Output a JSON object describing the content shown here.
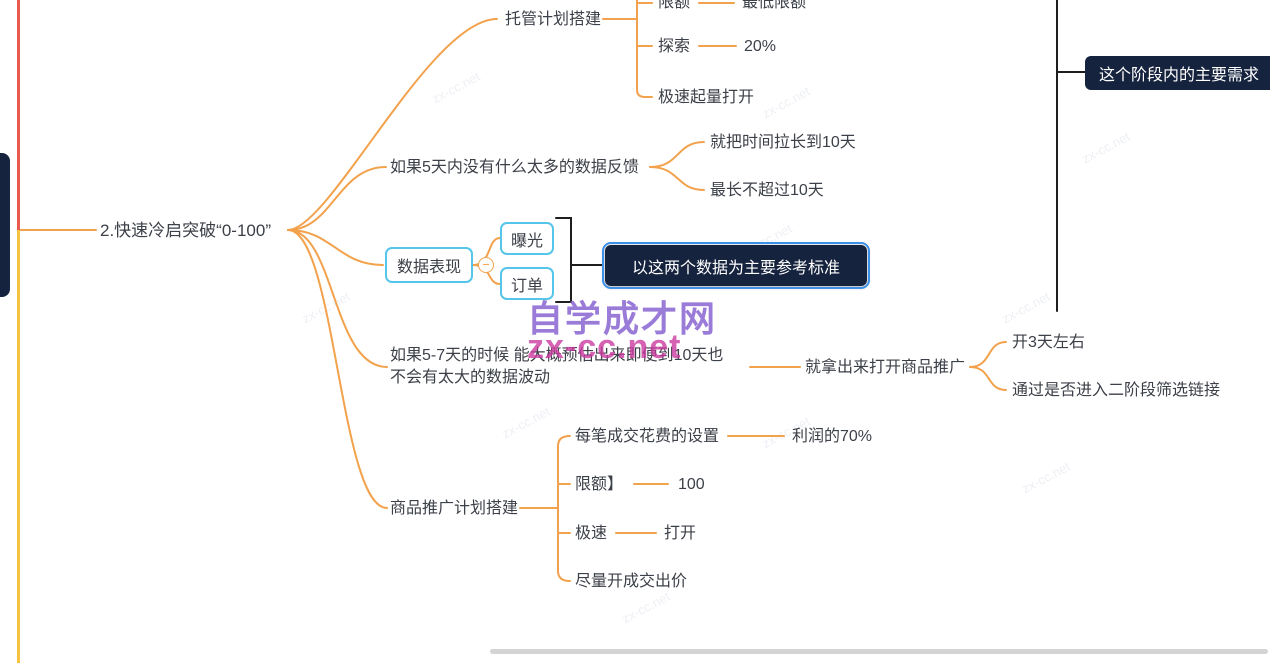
{
  "colors": {
    "branch_line": "#F2A24C",
    "node_text": "#3C4048",
    "dark_node_bg": "#16233E",
    "cyan_border": "#55C5EA",
    "selection_blue": "#3D8FE8",
    "red_line": "#E85A4F",
    "yellow_line": "#F5C242",
    "bracket_black": "#1E1E1E",
    "watermark_purple": "#8460D0",
    "watermark_magenta": "#CB3BA0"
  },
  "main": {
    "label": "2.快速冷启突破“0-100”"
  },
  "hosting": {
    "label": "托管计划搭建",
    "limit_label": "限额",
    "limit_value": "最低限额",
    "explore_label": "探索",
    "explore_value": "20%",
    "speed_label": "极速起量打开"
  },
  "feedback": {
    "label": "如果5天内没有什么太多的数据反馈",
    "extend_label": "就把时间拉长到10天",
    "max_label": "最长不超过10天"
  },
  "dataperf": {
    "label": "数据表现",
    "exposure_label": "曝光",
    "orders_label": "订单",
    "callout_label": "以这两个数据为主要参考标准",
    "collapse_glyph": "−"
  },
  "predict": {
    "line1": "如果5-7天的时候  能大概预估出来即便到10天也",
    "line2": "不会有太大的数据波动",
    "action_label": "就拿出来打开商品推广",
    "open3_label": "开3天左右",
    "stage2_label": "通过是否进入二阶段筛选链接"
  },
  "product": {
    "label": "商品推广计划搭建",
    "cost_label": "每笔成交花费的设置",
    "cost_value": "利润的70%",
    "limit_label": "限额】",
    "limit_value": "100",
    "speed_label": "极速",
    "speed_value": "打开",
    "bid_label": "尽量开成交出价"
  },
  "note": {
    "label": "这个阶段内的主要需求"
  },
  "watermark": {
    "name": "自学成才网",
    "site": "zx-cc.net",
    "tile": "zx-cc.net"
  }
}
